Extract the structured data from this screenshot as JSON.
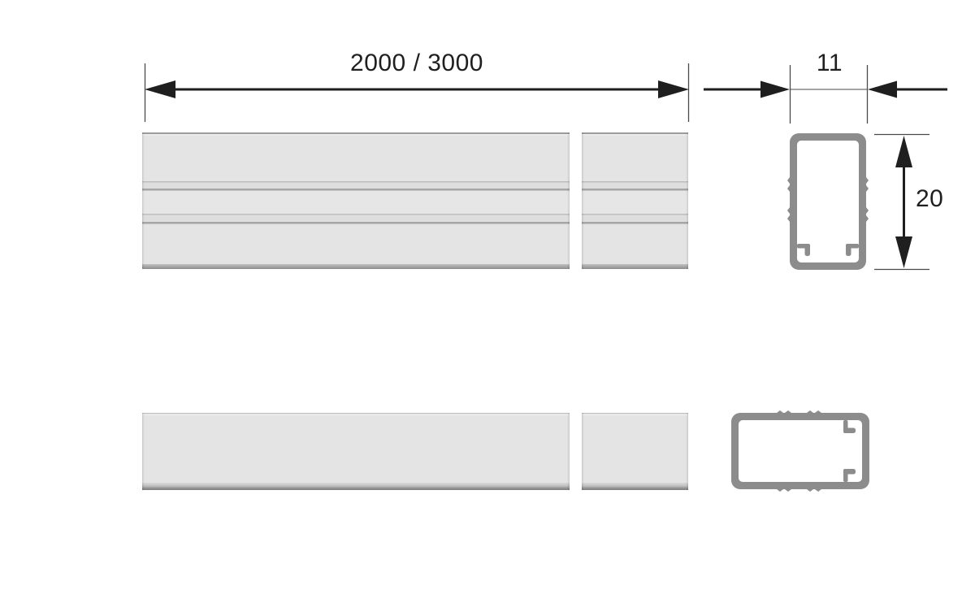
{
  "drawing": {
    "dimensions": {
      "length": {
        "label": "2000 / 3000"
      },
      "width": {
        "label": "11"
      },
      "height": {
        "label": "20"
      }
    },
    "colors": {
      "line": "#1f1f1f",
      "extension_line": "#4a4a4a",
      "bar_fill": "#e4e4e4",
      "bar_edge_dark": "#8f8f8f",
      "groove_line": "#a5a5a5",
      "profile_wall": "#8c8c8c",
      "background": "#ffffff"
    }
  }
}
